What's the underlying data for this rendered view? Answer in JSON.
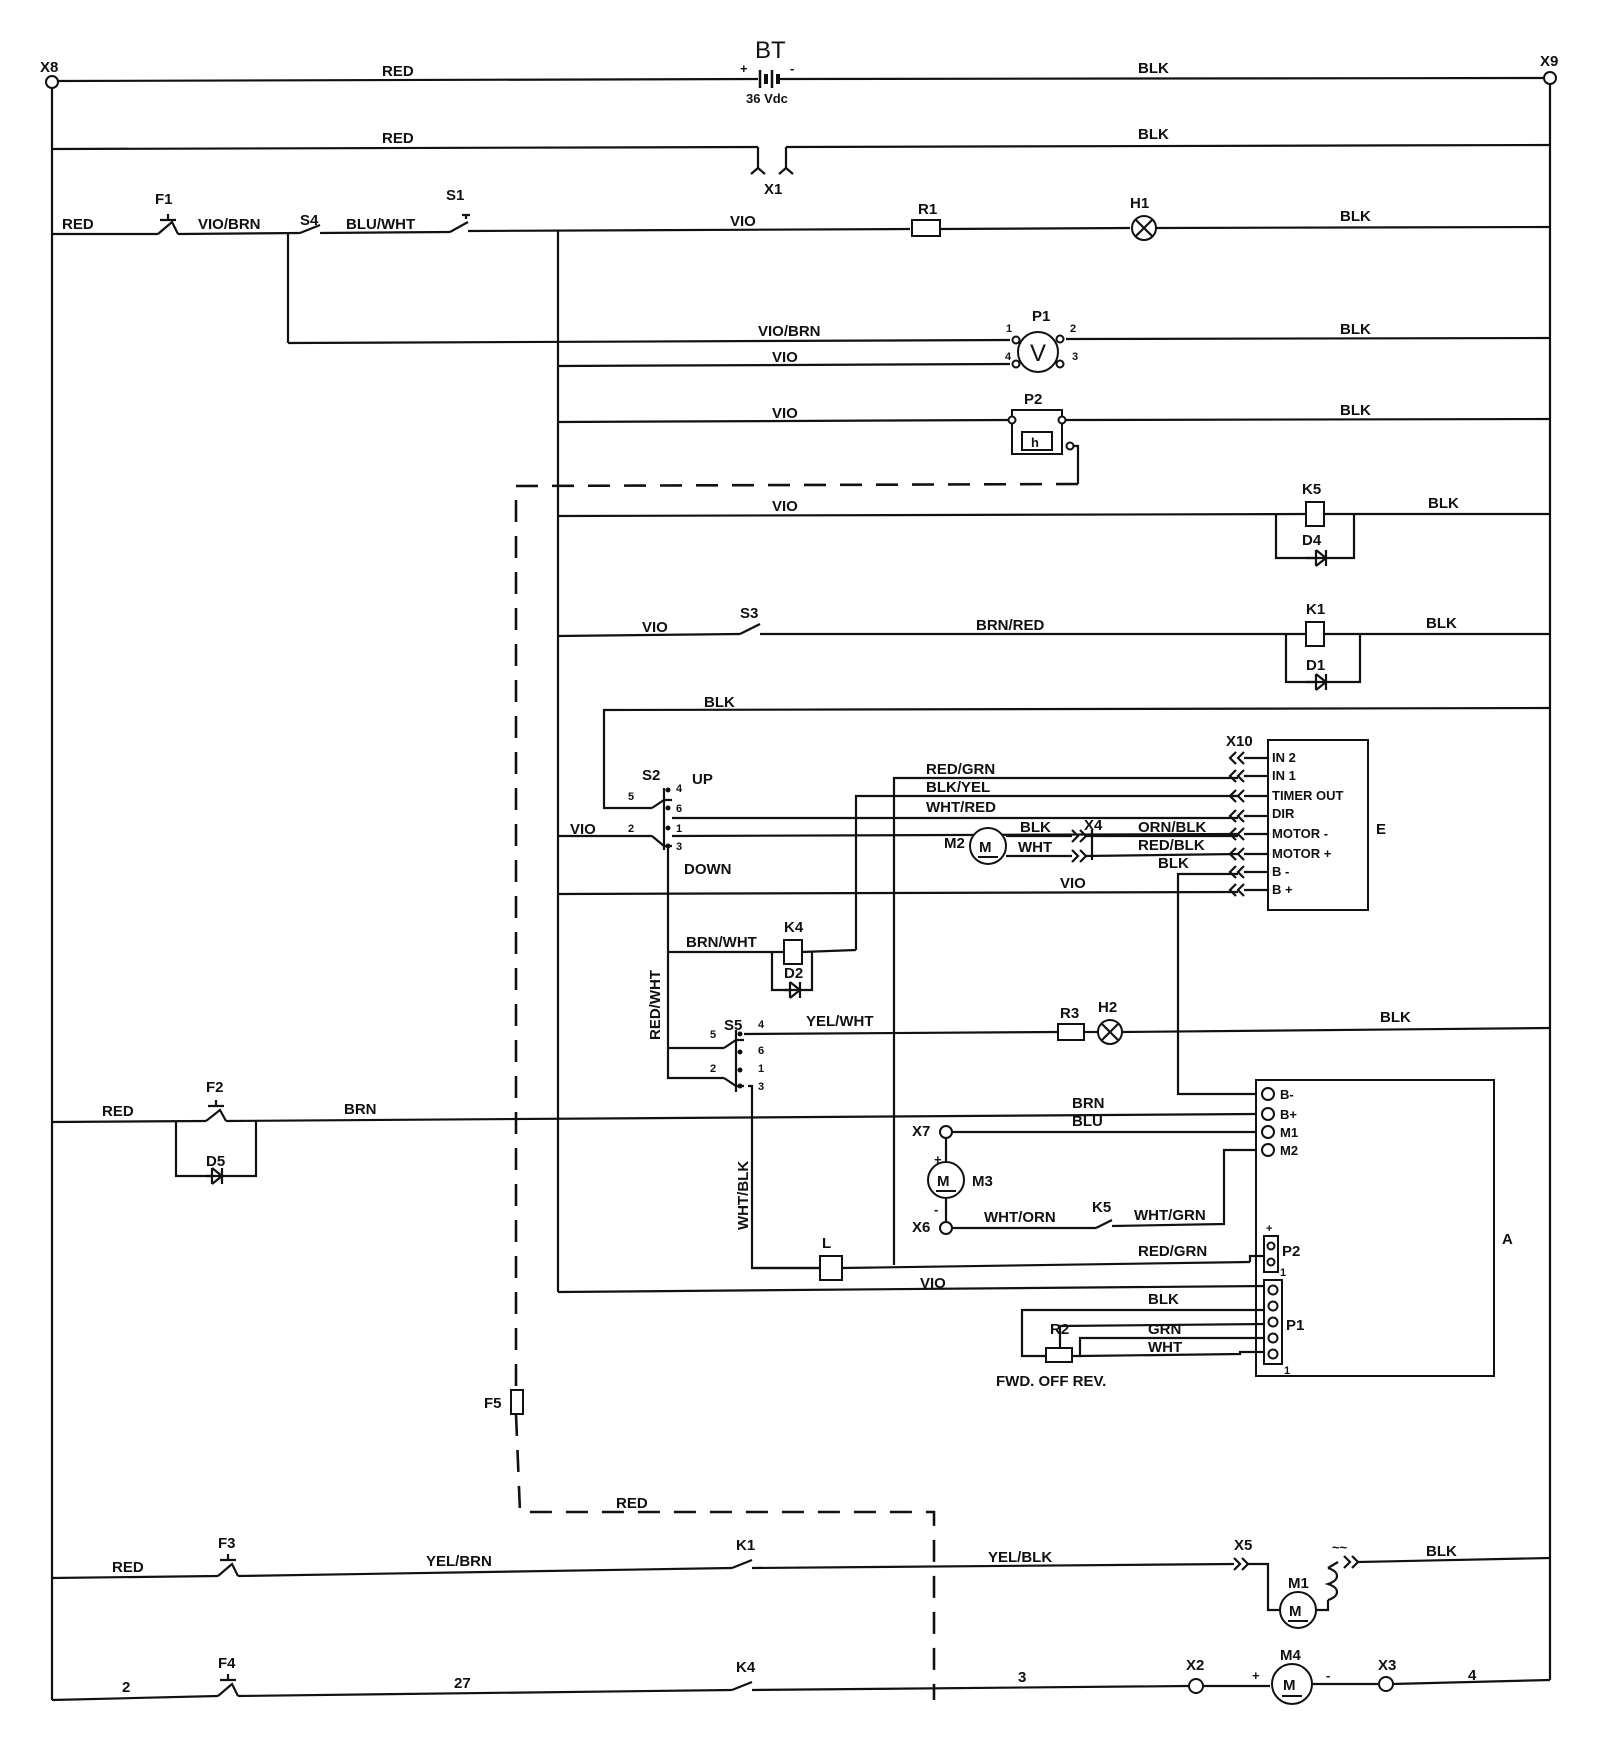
{
  "battery": {
    "name": "BT",
    "voltage": "36 Vdc",
    "plus": "+",
    "minus": "-"
  },
  "terminals": {
    "x8": "X8",
    "x9": "X9",
    "x1": "X1",
    "x2": "X2",
    "x3": "X3",
    "x4": "X4",
    "x5": "X5",
    "x6": "X6",
    "x7": "X7",
    "x10": "X10"
  },
  "wires": {
    "red": "RED",
    "blk": "BLK",
    "vio": "VIO",
    "vio_brn": "VIO/BRN",
    "blu_wht": "BLU/WHT",
    "brn_red": "BRN/RED",
    "red_grn": "RED/GRN",
    "blk_yel": "BLK/YEL",
    "wht_red": "WHT/RED",
    "wht": "WHT",
    "orn_blk": "ORN/BLK",
    "red_blk": "RED/BLK",
    "brn_wht": "BRN/WHT",
    "red_wht": "RED/WHT",
    "yel_wht": "YEL/WHT",
    "brn": "BRN",
    "blu": "BLU",
    "wht_orn": "WHT/ORN",
    "wht_grn": "WHT/GRN",
    "wht_blk": "WHT/BLK",
    "grn": "GRN",
    "yel_brn": "YEL/BRN",
    "yel_blk": "YEL/BLK",
    "n2": "2",
    "n27": "27",
    "n3": "3",
    "n4": "4"
  },
  "components": {
    "f1": "F1",
    "f2": "F2",
    "f3": "F3",
    "f4": "F4",
    "f5": "F5",
    "s1": "S1",
    "s2": "S2",
    "s3": "S3",
    "s4": "S4",
    "s5": "S5",
    "r1": "R1",
    "r2": "R2",
    "r3": "R3",
    "h1": "H1",
    "h2": "H2",
    "p1": "P1",
    "p2": "P2",
    "k1": "K1",
    "k4": "K4",
    "k5": "K5",
    "d1": "D1",
    "d2": "D2",
    "d4": "D4",
    "d5": "D5",
    "m1": "M1",
    "m2": "M2",
    "m3": "M3",
    "m4": "M4",
    "l": "L",
    "e": "E",
    "a": "A",
    "v": "V",
    "h": "h",
    "m": "M",
    "up": "UP",
    "down": "DOWN",
    "ac": "~~",
    "r2_modes": "FWD. OFF REV."
  },
  "module_e_pins": [
    "IN 2",
    "IN 1",
    "TIMER OUT",
    "DIR",
    "MOTOR -",
    "MOTOR +",
    "B -",
    "B +"
  ],
  "module_a_pins": [
    "B-",
    "B+",
    "M1",
    "M2"
  ],
  "pins": {
    "one": "1",
    "two": "2",
    "three": "3",
    "four": "4",
    "five": "5",
    "six": "6",
    "plus": "+",
    "minus": "-"
  }
}
